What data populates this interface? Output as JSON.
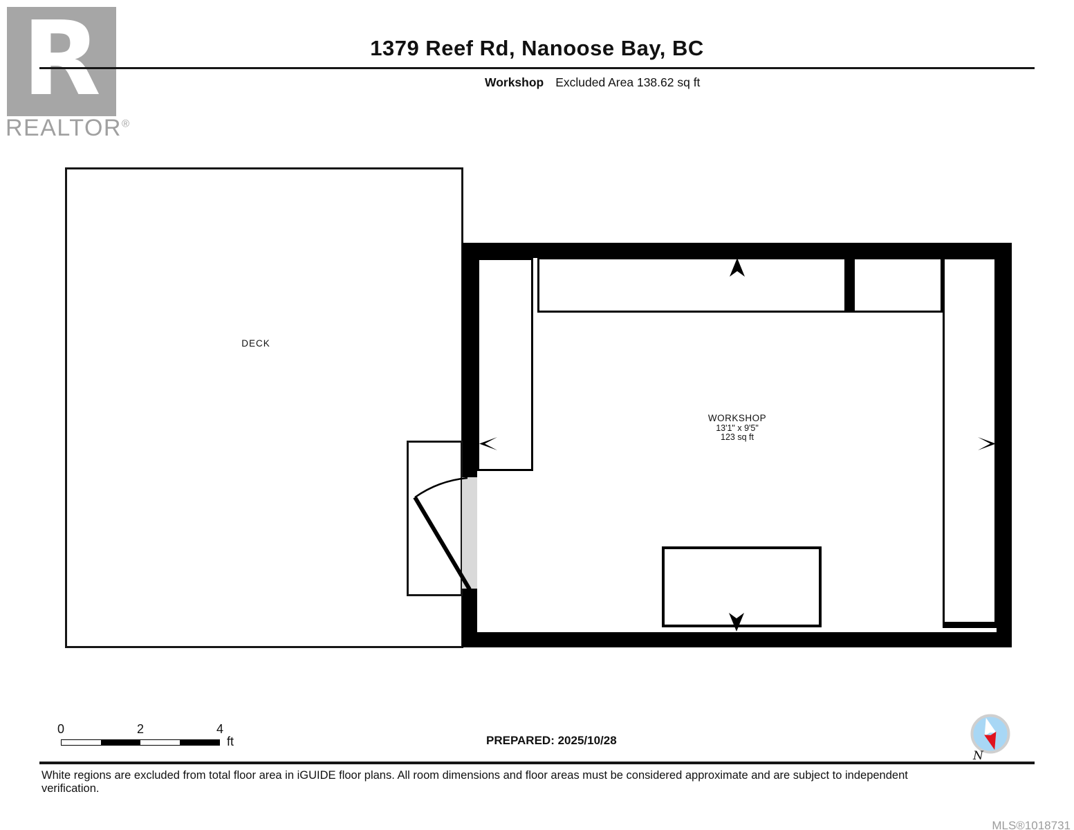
{
  "header": {
    "logo_letter": "R",
    "logo_brand": "REALTOR",
    "logo_registered": "®",
    "title": "1379 Reef Rd, Nanoose Bay, BC",
    "floor_label": "Workshop",
    "excluded_area": "Excluded Area 138.62 sq ft"
  },
  "plan": {
    "deck_label": "DECK",
    "room": {
      "name": "WORKSHOP",
      "dimensions": "13'1\" x 9'5\"",
      "area": "123 sq ft"
    }
  },
  "scale_bar": {
    "ticks": [
      "0",
      "2",
      "4"
    ],
    "unit": "ft"
  },
  "footer": {
    "prepared": "PREPARED: 2025/10/28",
    "compass_label": "N",
    "disclaimer": "White regions are excluded from total floor area in iGUIDE floor plans. All room dimensions and floor areas must be considered approximate and are subject to independent verification.",
    "mls": "MLS®1018731"
  },
  "colors": {
    "wall": "#000000",
    "door_opening": "#d9d9d9",
    "logo_gray": "#a6a6a6",
    "brand_text_gray": "#a0a0a0",
    "mls_gray": "#9c9c9c",
    "compass_blue": "#a8d7f5",
    "compass_red": "#e0121e"
  }
}
